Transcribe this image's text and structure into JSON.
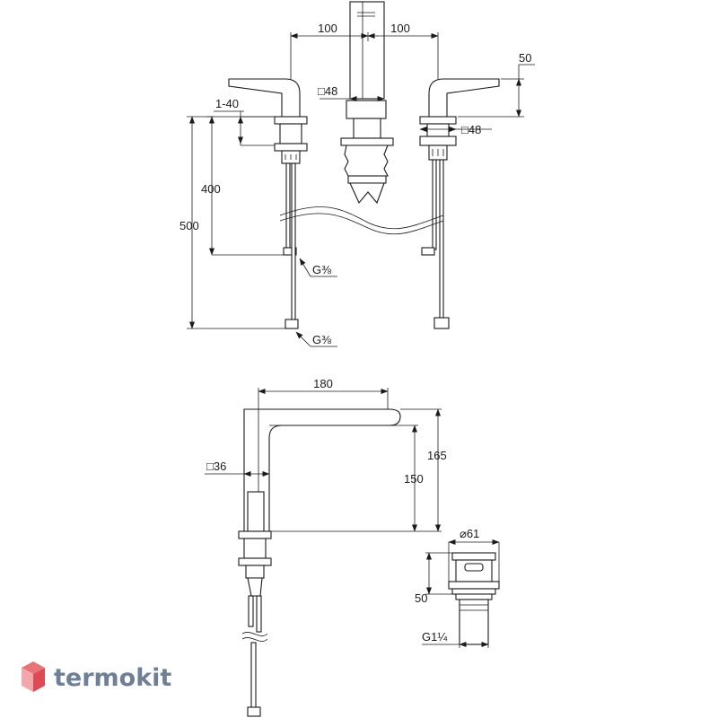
{
  "top_view": {
    "dim_spacing_left": "100",
    "dim_spacing_right": "100",
    "dim_handle_height": "50",
    "dim_spout_square": "□48",
    "dim_base_square": "□48",
    "dim_thickness": "1-40",
    "dim_length_400": "400",
    "dim_length_500": "500",
    "thread_inner": "G⅜",
    "thread_outer": "G⅜"
  },
  "side_view": {
    "dim_reach": "180",
    "dim_height_165": "165",
    "dim_height_150": "150",
    "dim_body_square": "□36"
  },
  "waste_view": {
    "dim_diameter": "⌀61",
    "dim_height": "50",
    "dim_thread": "G1¼"
  },
  "logo": {
    "text": "termokit",
    "colors": {
      "top": "#e97378",
      "left": "#f2a7ab",
      "right": "#dc4b55"
    }
  }
}
